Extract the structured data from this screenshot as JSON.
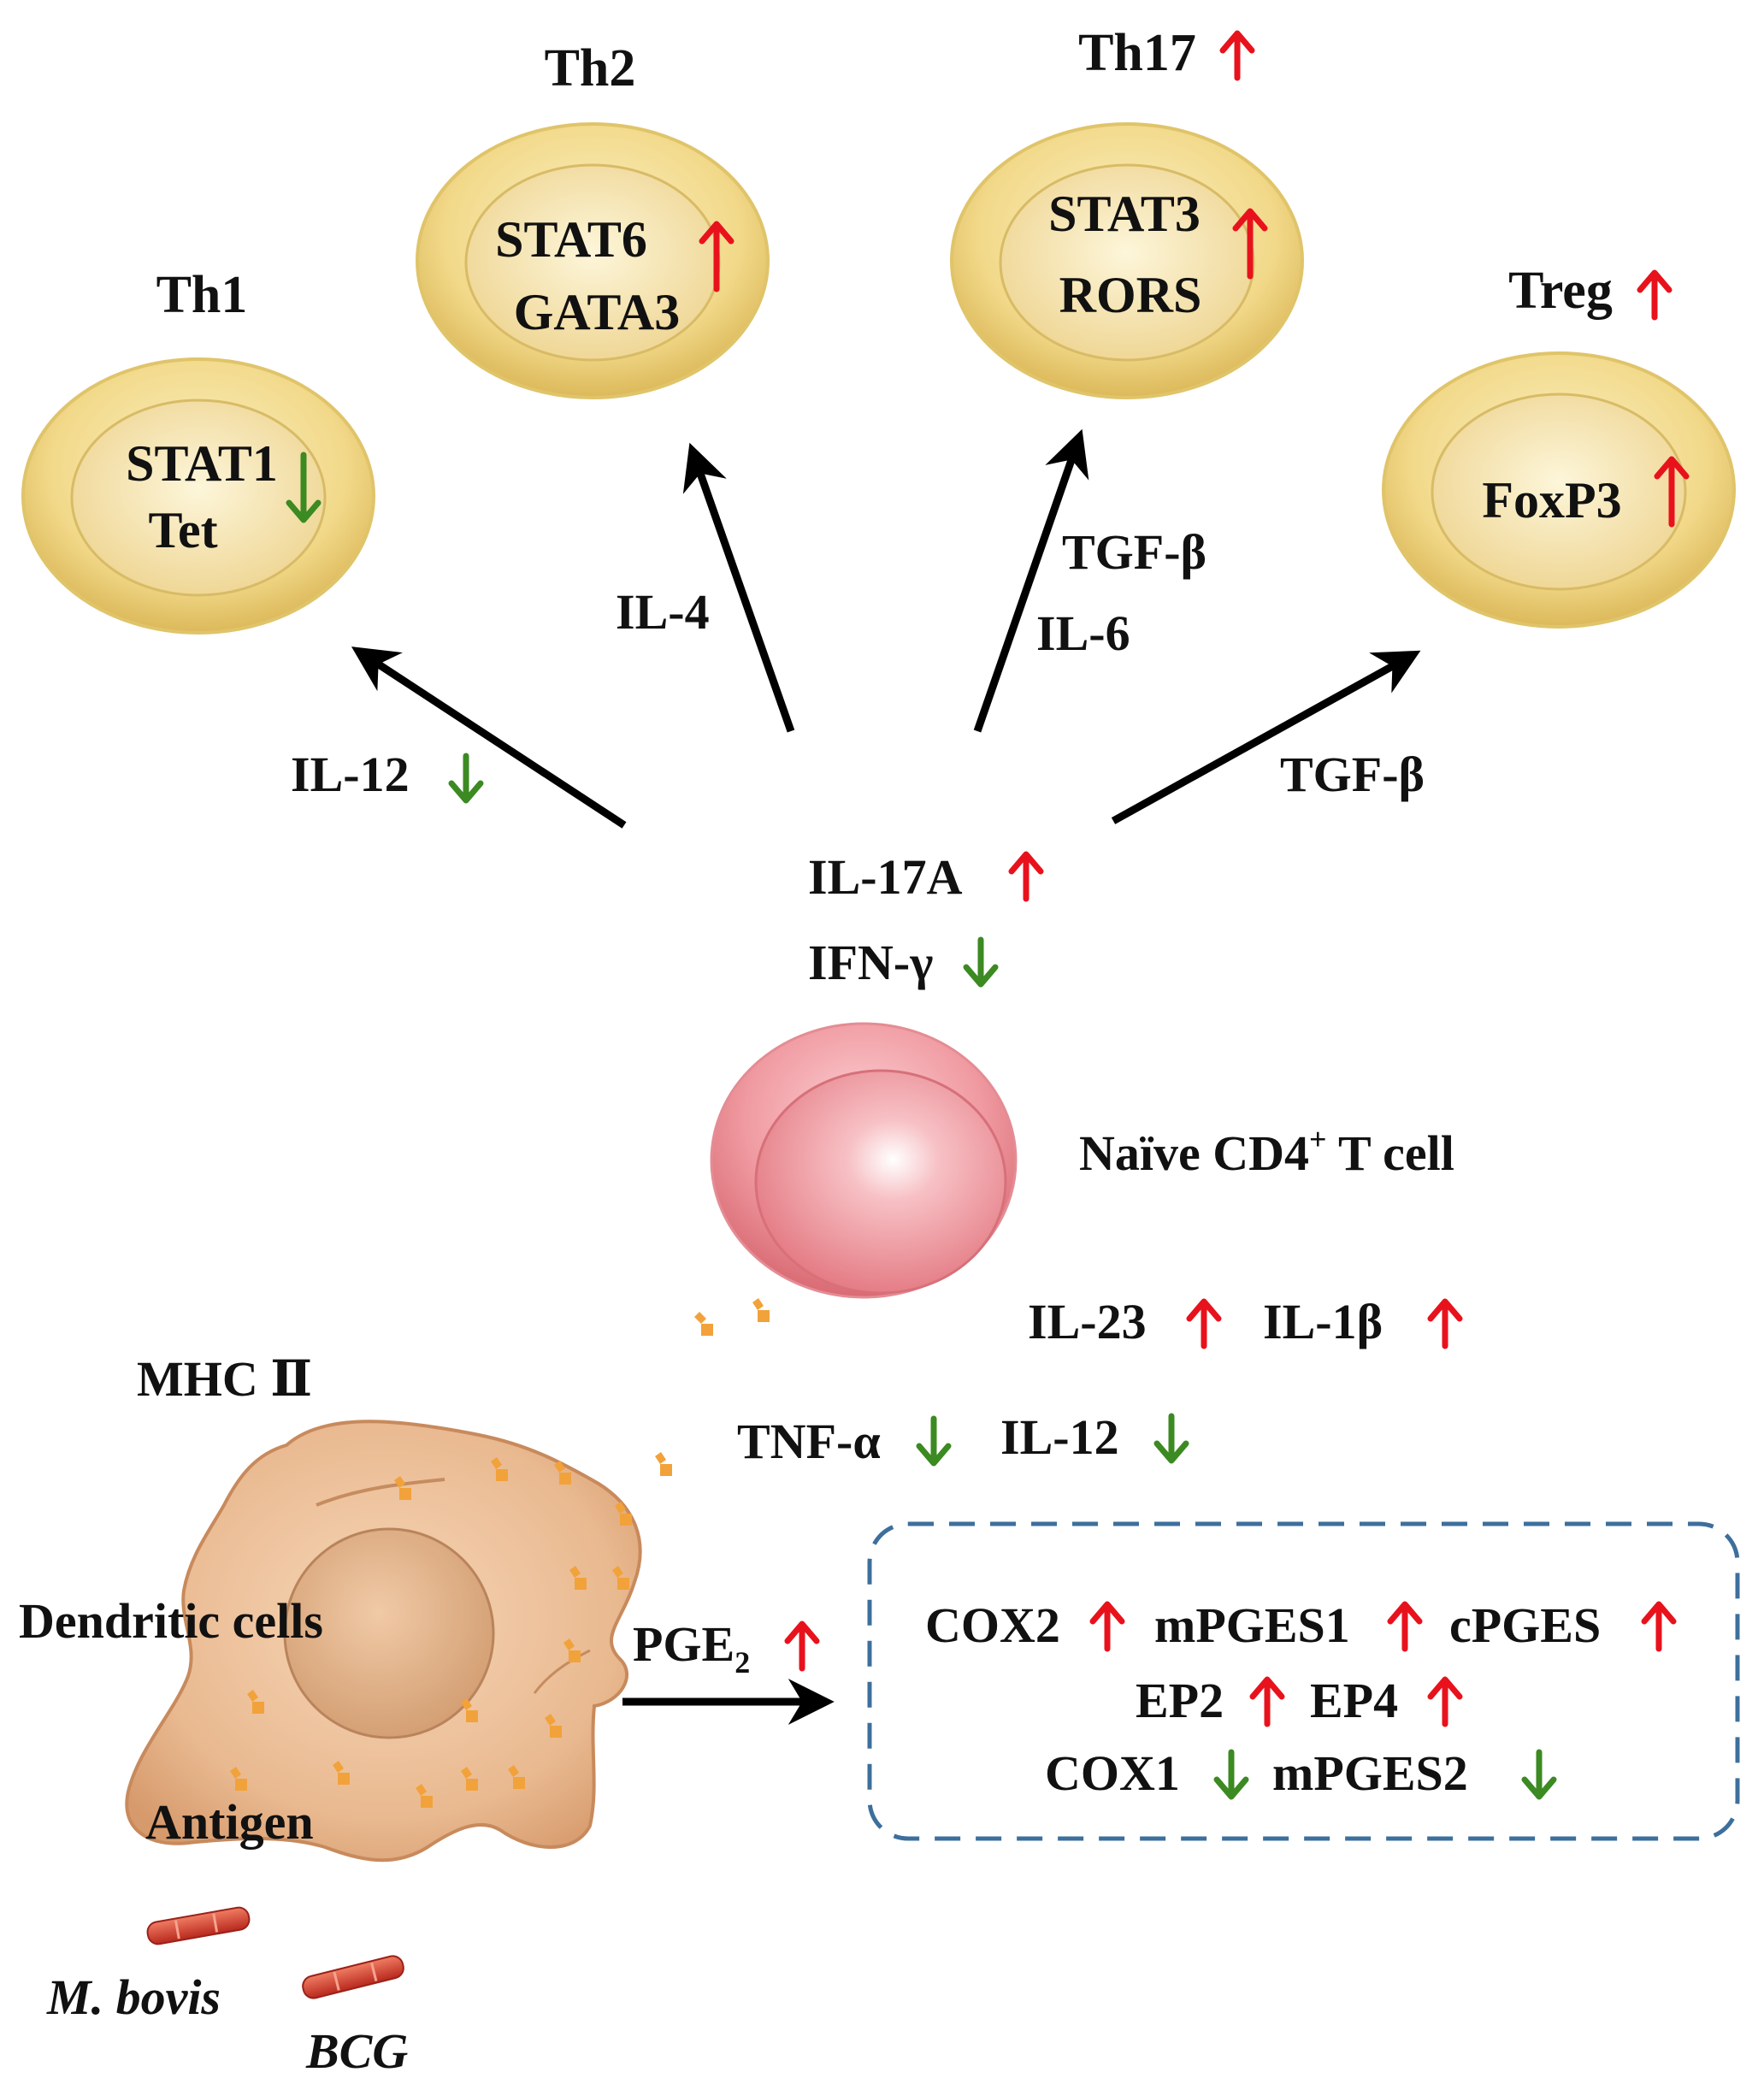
{
  "colors": {
    "up": "#e8121c",
    "down": "#3c8a22",
    "arrow": "#000000",
    "dashed_box": "#3d6f9c",
    "yellow_cell": "#f3dc8e",
    "pink_cell": "#ee8f96",
    "dendritic": "#e7b48a",
    "antigen": "#f2a23a",
    "bacteria": "#d9402f"
  },
  "cells": {
    "th1": {
      "name": "Th1",
      "markers": [
        "STAT1",
        "Tet"
      ],
      "marker_trend": "down"
    },
    "th2": {
      "name": "Th2",
      "markers": [
        "STAT6",
        "GATA3"
      ],
      "marker_trend": "up"
    },
    "th17": {
      "name": "Th17",
      "name_trend": "up",
      "markers": [
        "STAT3",
        "RORS"
      ],
      "marker_trend": "up"
    },
    "treg": {
      "name": "Treg",
      "name_trend": "up",
      "markers": [
        "FoxP3"
      ],
      "marker_trend": "up"
    },
    "naive": {
      "label": "Naïve CD4",
      "superscript": "+",
      "label_tail": " T cell"
    },
    "dendritic": {
      "label": "Dendritic cells",
      "mhc": "MHC Ⅱ",
      "antigen": "Antigen"
    }
  },
  "pathways": {
    "to_th1": {
      "cytokine": "IL-12",
      "trend": "down"
    },
    "to_th2": {
      "cytokine": "IL-4"
    },
    "to_th17": {
      "cytokines": [
        "TGF-β",
        "IL-6"
      ]
    },
    "to_treg": {
      "cytokine": "TGF-β"
    }
  },
  "center_cytokines": [
    {
      "name": "IL-17A",
      "trend": "up"
    },
    {
      "name": "IFN-γ",
      "trend": "down"
    }
  ],
  "dc_cytokines": [
    {
      "name": "IL-23",
      "trend": "up"
    },
    {
      "name": "IL-1β",
      "trend": "up"
    },
    {
      "name": "TNF-α",
      "trend": "down"
    },
    {
      "name": "IL-12",
      "trend": "down"
    }
  ],
  "pge2": {
    "label": "PGE",
    "subscript": "2",
    "trend": "up"
  },
  "pge_box": {
    "rows": [
      [
        {
          "name": "COX2",
          "trend": "up"
        },
        {
          "name": "mPGES1",
          "trend": "up"
        },
        {
          "name": "cPGES",
          "trend": "up"
        }
      ],
      [
        {
          "name": "EP2",
          "trend": "up"
        },
        {
          "name": "EP4",
          "trend": "up"
        }
      ],
      [
        {
          "name": "COX1",
          "trend": "down"
        },
        {
          "name": "mPGES2",
          "trend": "down"
        }
      ]
    ]
  },
  "pathogen": {
    "line1": "M. bovis",
    "line2": "BCG"
  }
}
